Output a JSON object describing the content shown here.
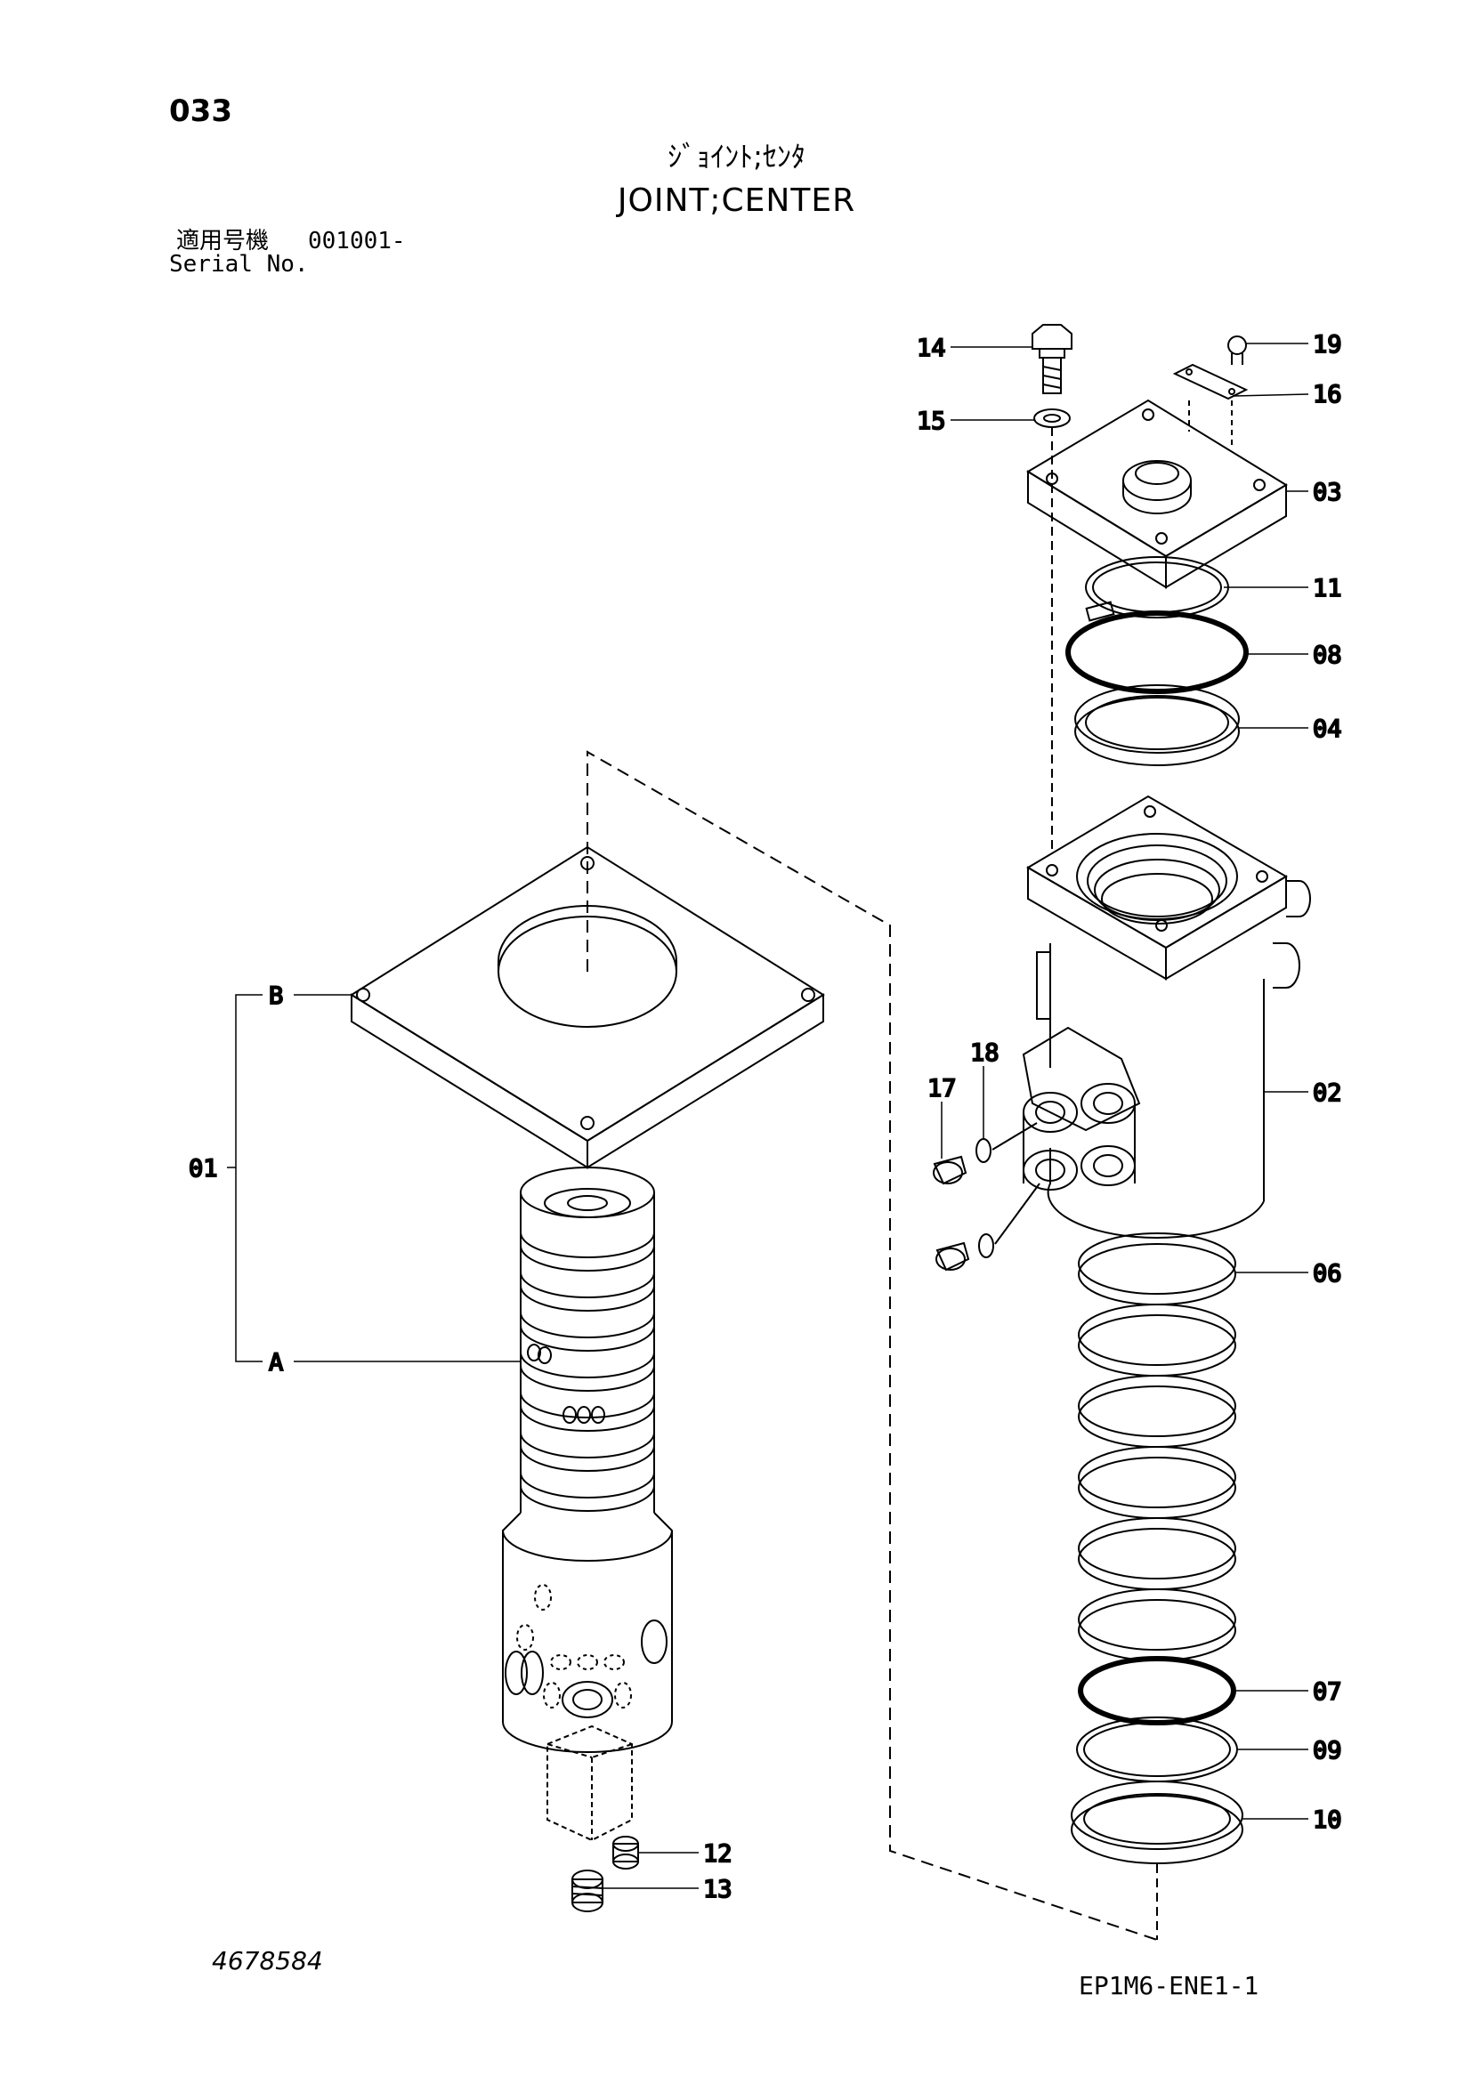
{
  "header": {
    "page_number": "033",
    "title_japanese": "ｼﾞｮｲﾝﾄ;ｾﾝﾀ",
    "title_english": "JOINT;CENTER",
    "serial_label_japanese": "適用号機",
    "serial_range": "001001-",
    "serial_label_english": "Serial No."
  },
  "callouts": {
    "p01": "01",
    "p02": "02",
    "p03": "03",
    "p04": "04",
    "p06": "06",
    "p07": "07",
    "p08": "08",
    "p09": "09",
    "p10": "10",
    "p11": "11",
    "p12": "12",
    "p13": "13",
    "p14": "14",
    "p15": "15",
    "p16": "16",
    "p17": "17",
    "p18": "18",
    "p19": "19",
    "subA": "A",
    "subB": "B"
  },
  "footer": {
    "drawing_number": "4678584",
    "document_code": "EP1M6-ENE1-1"
  }
}
